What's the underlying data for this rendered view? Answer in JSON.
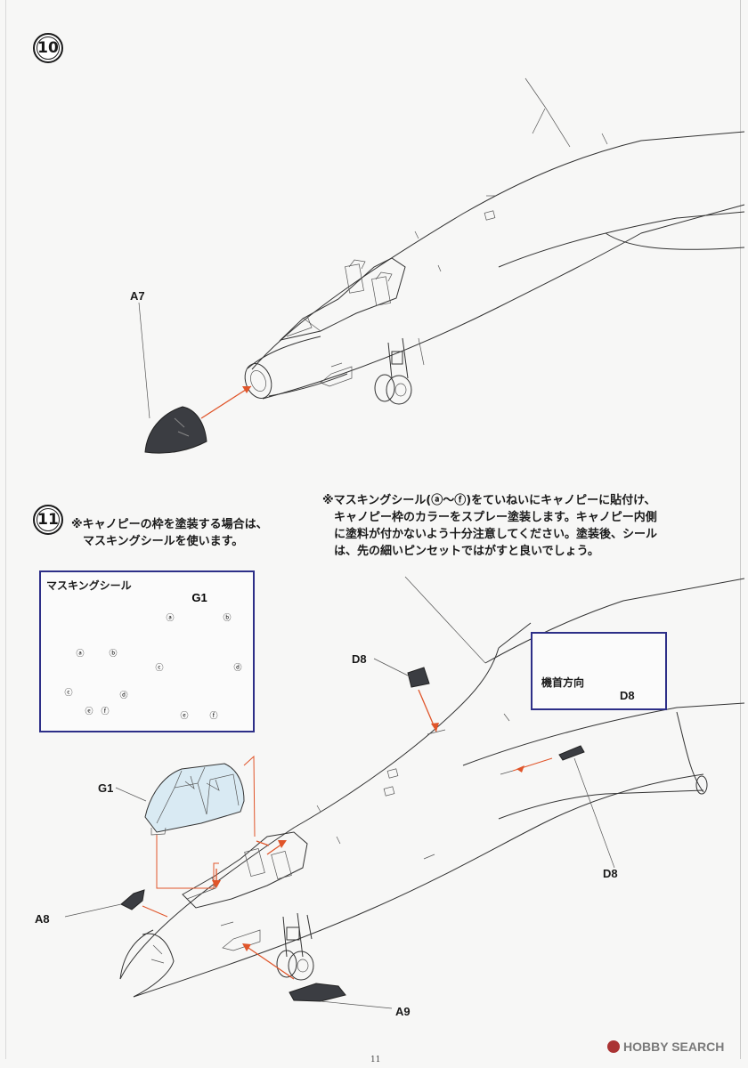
{
  "steps": [
    {
      "number": "10"
    },
    {
      "number": "11"
    }
  ],
  "step10": {
    "parts": {
      "nose_cone": "A7"
    }
  },
  "step11": {
    "note_left": "※キャノピーの枠を塗装する場合は、\n　マスキングシールを使います。",
    "note_right": "※マスキングシール(ⓐ～ⓕ)をていねいにキャノピーに貼付け、\n　キャノピー枠のカラーをスプレー塗装します。キャノピー内側\n　に塗料が付かないよう十分注意してください。塗装後、シール\n　は、先の細いピンセットではがすと良いでしょう。",
    "masking_box": {
      "title": "マスキングシール",
      "canopy_part": "G1",
      "decal_letters": [
        "ⓐ",
        "ⓑ",
        "ⓒ",
        "ⓓ",
        "ⓔ",
        "ⓕ"
      ]
    },
    "nose_direction_box": {
      "label": "機首方向",
      "part": "D8"
    },
    "parts": {
      "canopy": "G1",
      "vent_top": "D8",
      "vent_side": "D8",
      "left_part": "A8",
      "bottom_part": "A9"
    }
  },
  "footer": {
    "page_number": "11",
    "watermark": "HOBBY SEARCH"
  },
  "colors": {
    "arrow": "#e0552a",
    "box_border": "#2d2f88",
    "decal": "#f4e27a",
    "canopy_tint": "#d9eaf3",
    "dark_part": "#3b3d42"
  }
}
